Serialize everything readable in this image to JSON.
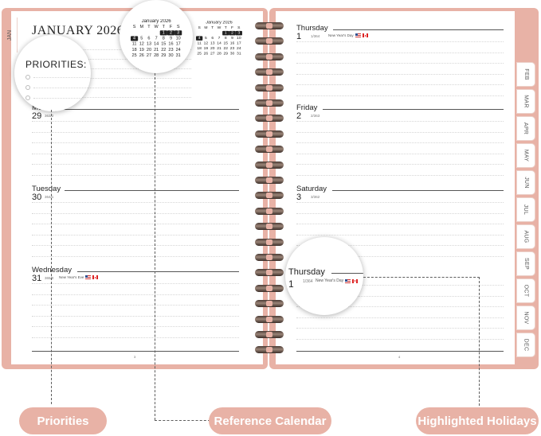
{
  "month_title": "JANUARY 2026",
  "tabs": {
    "current": "JAN",
    "months": [
      "FEB",
      "MAR",
      "APR",
      "MAY",
      "JUN",
      "JUL",
      "AUG",
      "SEP",
      "OCT",
      "NOV",
      "DEC"
    ]
  },
  "priorities_label": "PRIORITIES:",
  "left_days": [
    {
      "name": "Monday",
      "number": "29",
      "count": "363/2",
      "holiday": ""
    },
    {
      "name": "Tuesday",
      "number": "30",
      "count": "364/1",
      "holiday": ""
    },
    {
      "name": "Wednesday",
      "number": "31",
      "count": "365/0",
      "holiday": "New Year's Eve"
    }
  ],
  "right_days": [
    {
      "name": "Thursday",
      "number": "1",
      "count": "1/364",
      "holiday": "New Year's Day"
    },
    {
      "name": "Friday",
      "number": "2",
      "count": "2/363",
      "holiday": ""
    },
    {
      "name": "Saturday",
      "number": "3",
      "count": "3/362",
      "holiday": ""
    }
  ],
  "page_numbers": {
    "left": "3",
    "right": "4"
  },
  "mini_calendar": {
    "title": "January 2026",
    "weekdays": [
      "S",
      "M",
      "T",
      "W",
      "T",
      "F",
      "S"
    ],
    "cells": [
      "",
      "",
      "",
      "",
      "1",
      "2",
      "3",
      "4",
      "5",
      "6",
      "7",
      "8",
      "9",
      "10",
      "11",
      "12",
      "13",
      "14",
      "15",
      "16",
      "17",
      "18",
      "19",
      "20",
      "21",
      "22",
      "23",
      "24",
      "25",
      "26",
      "27",
      "28",
      "29",
      "30",
      "31"
    ],
    "highlighted": [
      "1",
      "2",
      "3",
      "4"
    ]
  },
  "magnified_day": {
    "name": "Thursday",
    "number": "1",
    "count": "1/364",
    "holiday": "New Year's Day"
  },
  "callouts": {
    "priorities": "Priorities",
    "reference_calendar": "Reference Calendar",
    "holidays": "Highlighted Holidays"
  },
  "colors": {
    "accent": "#e8b2a6",
    "highlight_cell": "#222222"
  }
}
